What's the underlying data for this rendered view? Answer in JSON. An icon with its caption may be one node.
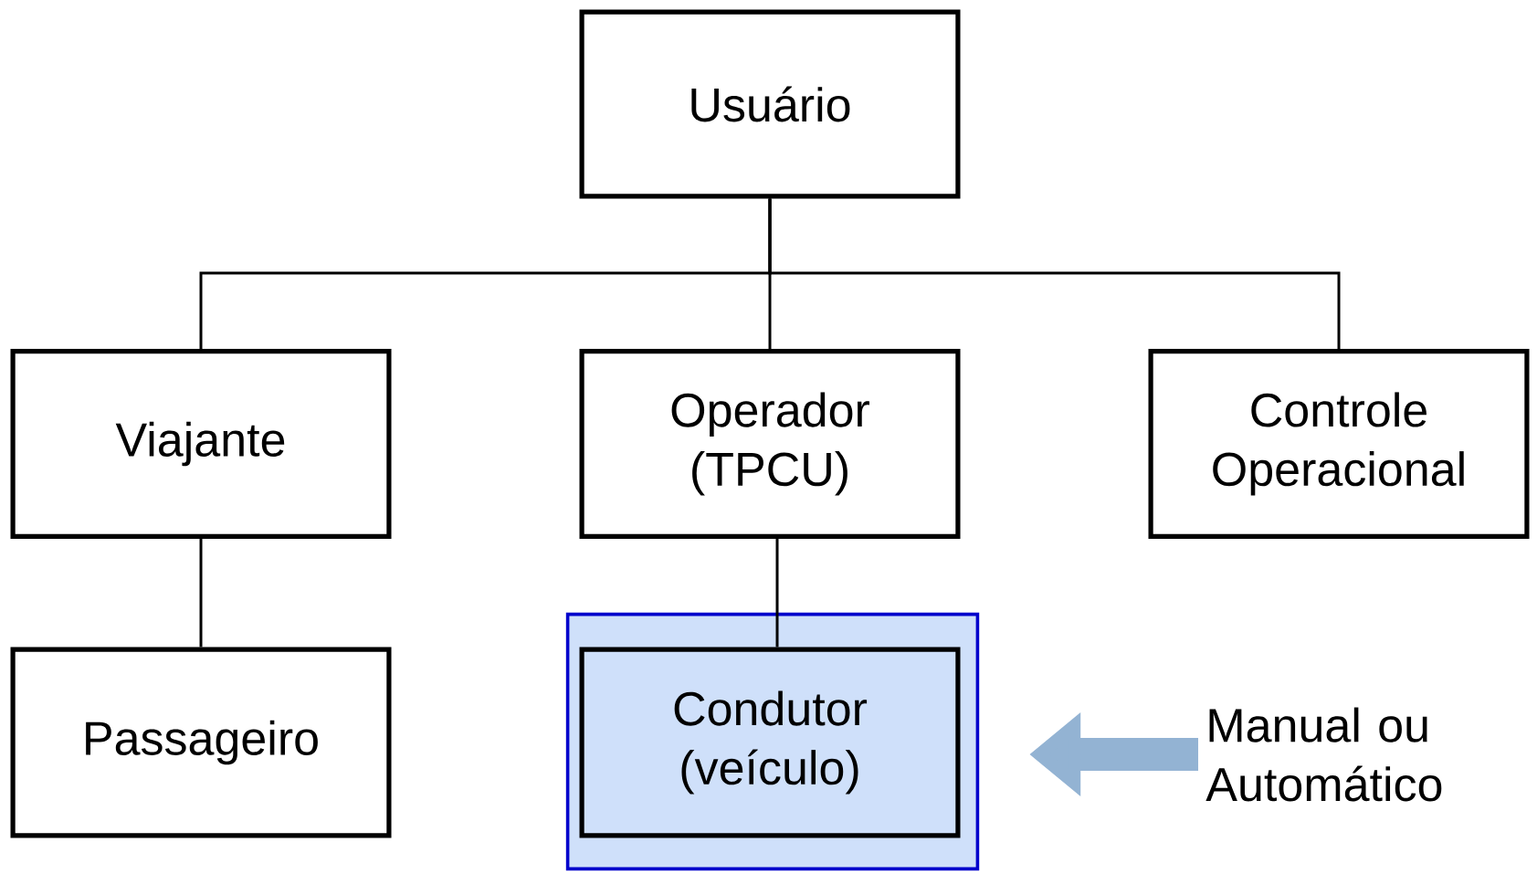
{
  "diagram": {
    "nodes": [
      {
        "text": [
          "Usuário"
        ]
      },
      {
        "text": [
          "Viajante"
        ]
      },
      {
        "text": [
          "Operador (TPCU)"
        ]
      },
      {
        "text": [
          "Controle Operacional"
        ]
      },
      {
        "text": [
          "Passageiro"
        ]
      },
      {
        "text": [],
        "shape": "box"
      },
      {
        "text": [
          "Condutor (veículo)"
        ],
        "in": 5
      },
      {
        "text": [
          "Manual ou Automático"
        ]
      }
    ],
    "edges": [
      {
        "from": 0,
        "to": 1,
        "arrow": "none"
      },
      {
        "from": 0,
        "to": 2,
        "arrow": "none"
      },
      {
        "from": 0,
        "to": 3,
        "arrow": "none"
      },
      {
        "from": 1,
        "to": 4,
        "arrow": "none"
      },
      {
        "from": 2,
        "to": 6,
        "arrow": "none"
      },
      {
        "from": 7,
        "to": 5,
        "arrow": "to",
        "style": "thick",
        "color": "#93b3d3"
      }
    ]
  }
}
